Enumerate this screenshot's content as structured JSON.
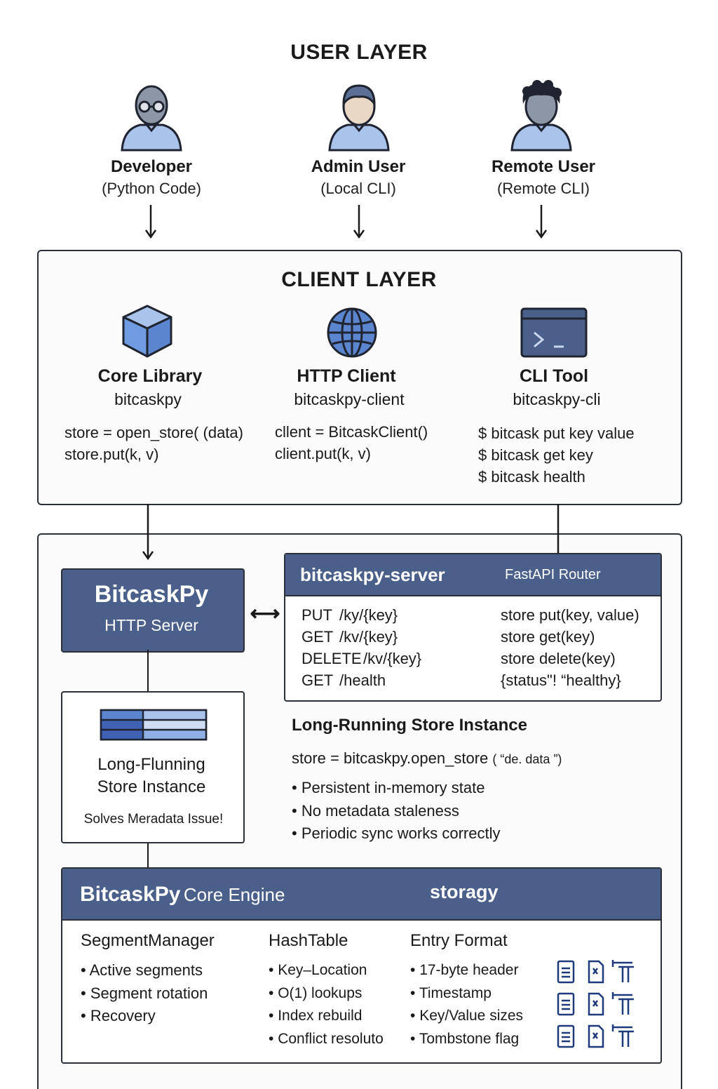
{
  "user_layer": {
    "title": "USER LAYER",
    "users": [
      {
        "name": "Developer",
        "sub": "(Python Code)",
        "icon": "developer-avatar-icon"
      },
      {
        "name": "Admin User",
        "sub": "(Local CLI)",
        "icon": "admin-avatar-icon"
      },
      {
        "name": "Remote User",
        "sub": "(Remote CLI)",
        "icon": "remote-avatar-icon"
      }
    ]
  },
  "client_layer": {
    "title": "CLIENT LAYER",
    "clients": [
      {
        "name": "Core Library",
        "pkg": "bitcaskpy",
        "code": [
          "store = open_store( (data)",
          "store.put(k, v)"
        ],
        "icon": "cube-icon"
      },
      {
        "name": "HTTP Client",
        "pkg": "bitcaskpy-client",
        "code": [
          "cllent = BitcaskClient()",
          "client.put(k, v)"
        ],
        "icon": "globe-icon"
      },
      {
        "name": "CLI Tool",
        "pkg": "bitcaskpy-cli",
        "code": [
          "$ bitcask put key value",
          "$ bitcask get key",
          "$ bitcask health"
        ],
        "icon": "terminal-icon"
      }
    ]
  },
  "server": {
    "title": "BitcaskPy",
    "subtitle": "HTTP Server",
    "arrow": "⟷",
    "router": {
      "name": "bitcaskpy-server",
      "label": "FastAPI Router",
      "routes": [
        {
          "method": "PUT",
          "path": "/ky/{key}",
          "action": "store put(key, value)"
        },
        {
          "method": "GET",
          "path": "/kv/{key}",
          "action": "store get(key)"
        },
        {
          "method": "DELETE",
          "path": "/kv/{key}",
          "action": "store delete(key)"
        },
        {
          "method": "GET",
          "path": "/health",
          "action": "{status\"! “healthy}"
        }
      ]
    }
  },
  "store_instance": {
    "title_line1": "Long-Flunning",
    "title_line2": "Store Instance",
    "note": "Solves Meradata Issue!",
    "heading": "Long-Running Store Instance",
    "code": "store = bitcaskpy.open_store",
    "code_arg": "( “de. data ”)",
    "bullets": [
      "Persistent in-memory state",
      "No metadata staleness",
      "Periodic sync works correctly"
    ]
  },
  "engine": {
    "title_main": "BitcaskPy",
    "title_rest": "Core Engine",
    "storage_label": "storagy",
    "columns": [
      {
        "heading": "SegmentManager",
        "items": [
          "Active segments",
          "Segment rotation",
          "Recovery"
        ]
      },
      {
        "heading": "HashTable",
        "items": [
          "Key–Location",
          "O(1) lookups",
          "Index rebuild",
          "Conflict resoluto"
        ]
      },
      {
        "heading": "Entry Format",
        "items": [
          "17-byte header",
          "Timestamp",
          "Key/Value sizes",
          "Tombstone flag"
        ]
      }
    ]
  },
  "colors": {
    "navy": "#4a5f89",
    "light_blue": "#a9c3ea",
    "mid_blue": "#5b86cf",
    "dark": "#2b2f38"
  }
}
